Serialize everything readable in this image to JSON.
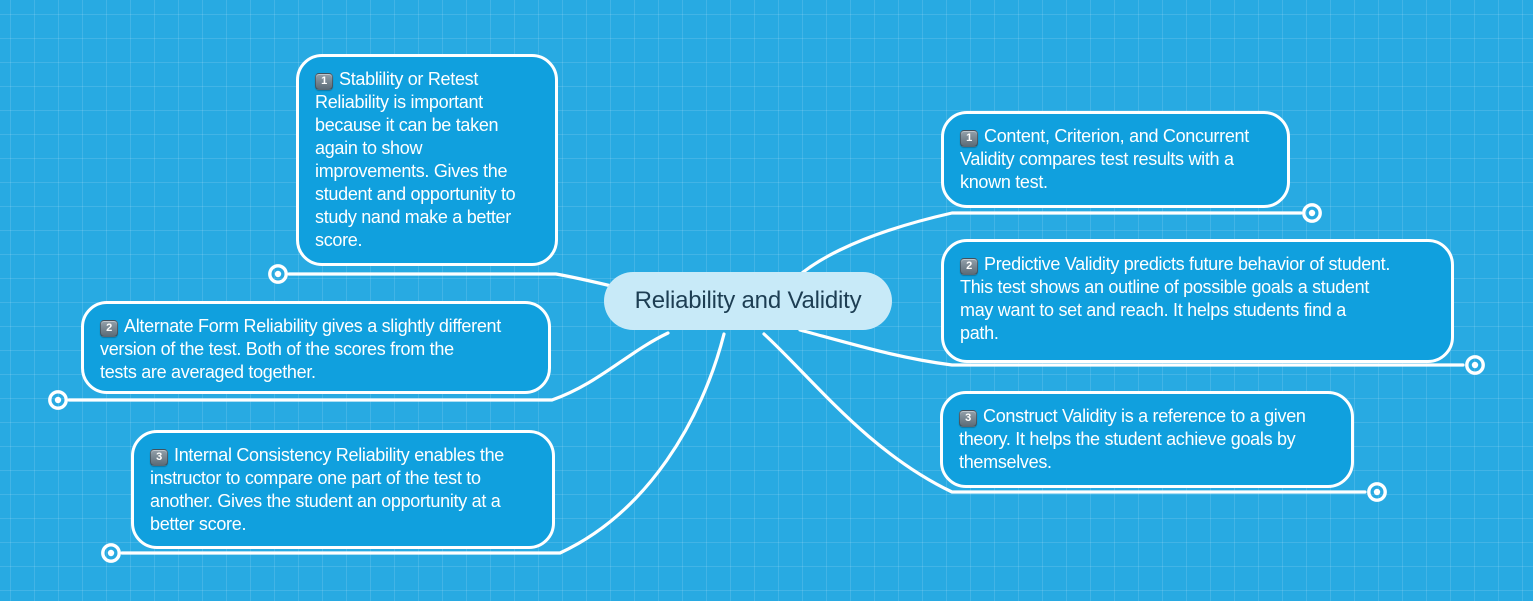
{
  "canvas": {
    "background_color": "#28aae2",
    "grid_line_color": "rgba(255,255,255,0.12)",
    "connector_color": "#ffffff",
    "node_fill_color": "#10a0de",
    "node_border_color": "#ffffff",
    "root_fill_color": "#c8eaf8",
    "root_text_color": "#1d3e53"
  },
  "root": {
    "label": "Reliability and Validity"
  },
  "branches": {
    "left": [
      {
        "badge": "1",
        "badge_icon": "keycap-digit-one",
        "text": "Stablility or Retest\nReliability is important\nbecause it can be taken\nagain to show\nimprovements. Gives the\nstudent and opportunity to\nstudy nand make a better\nscore."
      },
      {
        "badge": "2",
        "badge_icon": "keycap-digit-two",
        "text": "Alternate Form Reliability gives a slightly different\nversion of the test. Both of the scores from the\ntests are averaged together."
      },
      {
        "badge": "3",
        "badge_icon": "keycap-digit-three",
        "text": "Internal Consistency Reliability enables the\ninstructor to compare one part of the test to\nanother. Gives the student an opportunity at a\nbetter score."
      }
    ],
    "right": [
      {
        "badge": "1",
        "badge_icon": "keycap-digit-one",
        "text": "Content, Criterion, and Concurrent\nValidity compares test results with a\nknown test."
      },
      {
        "badge": "2",
        "badge_icon": "keycap-digit-two",
        "text": "Predictive Validity predicts future behavior of student.\nThis test shows an outline of possible goals a student\nmay want to set and reach. It helps students find a\npath."
      },
      {
        "badge": "3",
        "badge_icon": "keycap-digit-three",
        "text": "Construct Validity is a reference to a given\ntheory. It helps the student achieve goals by\nthemselves."
      }
    ]
  }
}
